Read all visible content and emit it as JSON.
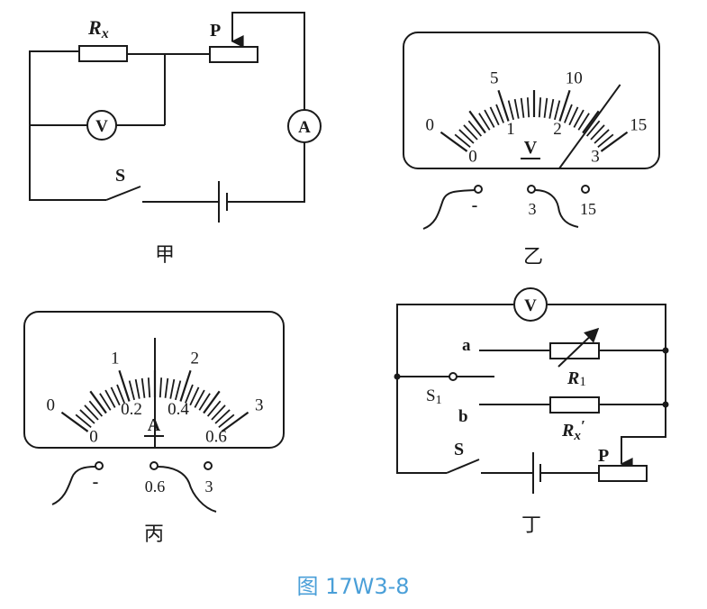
{
  "figure": {
    "caption": "图 17W3-8",
    "caption_color": "#4a9fd8",
    "line_color": "#1a1a1a"
  },
  "panel_jia": {
    "label": "甲",
    "components": {
      "resistor": {
        "label": "R",
        "subscript": "x"
      },
      "rheostat_slider": "P",
      "voltmeter": "V",
      "ammeter": "A",
      "switch": "S"
    }
  },
  "panel_yi": {
    "label": "乙",
    "meter_symbol": "V",
    "outer_scale": {
      "labels": [
        "0",
        "5",
        "10",
        "15"
      ],
      "max": 15
    },
    "inner_scale": {
      "labels": [
        "0",
        "1",
        "2",
        "3"
      ],
      "max": 3
    },
    "divisions": 30,
    "needle_reading_inner": 2.5,
    "terminals": [
      "-",
      "3",
      "15"
    ],
    "connected_terminals": [
      "-",
      "3"
    ]
  },
  "panel_bing": {
    "label": "丙",
    "meter_symbol": "A",
    "outer_scale": {
      "labels": [
        "0",
        "1",
        "2",
        "3"
      ],
      "max": 3
    },
    "inner_scale": {
      "labels": [
        "0",
        "0.2",
        "0.4",
        "0.6"
      ],
      "max": 0.6
    },
    "divisions": 30,
    "needle_reading_inner": 0.3,
    "terminals": [
      "-",
      "0.6",
      "3"
    ],
    "connected_terminals": [
      "-",
      "0.6"
    ]
  },
  "panel_ding": {
    "label": "丁",
    "components": {
      "voltmeter": "V",
      "contact_a": "a",
      "contact_b": "b",
      "variable_resistor": {
        "label": "R",
        "subscript": "1"
      },
      "unknown_resistor": {
        "label": "R",
        "subscript": "x",
        "prime": "′"
      },
      "selector_switch": {
        "label": "S",
        "subscript": "1"
      },
      "switch": "S",
      "rheostat_slider": "P"
    }
  }
}
